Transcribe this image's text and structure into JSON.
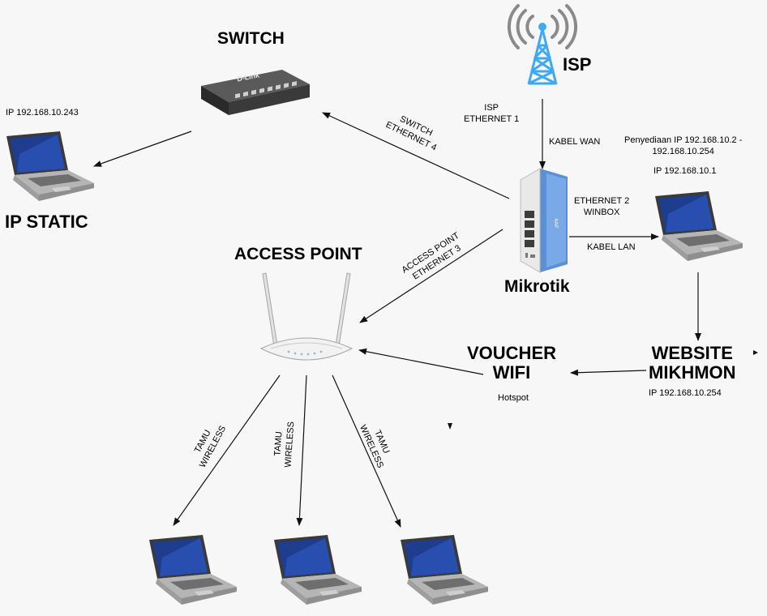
{
  "nodes": {
    "switch": {
      "title": "SWITCH",
      "brand": "D-Link"
    },
    "isp": {
      "title": "ISP"
    },
    "mikrotik": {
      "title": "Mikrotik"
    },
    "access_point": {
      "title": "ACCESS POINT"
    },
    "ip_static": {
      "title": "IP STATIC",
      "ip": "IP 192.168.10.243"
    },
    "admin_laptop": {
      "ip": "IP 192.168.10.1",
      "dhcp_range_line1": "Penyediaan IP 192.168.10.2 -",
      "dhcp_range_line2": "192.168.10.254"
    },
    "website": {
      "title_line1": "WEBSITE",
      "title_line2": "MIKHMON",
      "ip": "IP 192.168.10.254"
    },
    "voucher": {
      "title_line1": "VOUCHER",
      "title_line2": "WIFI",
      "subtitle": "Hotspot"
    }
  },
  "links": {
    "isp_ethernet": {
      "line1": "ISP",
      "line2": "ETHERNET 1"
    },
    "kabel_wan": "KABEL WAN",
    "switch_ethernet": {
      "line1": "SWITCH",
      "line2": "ETHERNET 4"
    },
    "ap_ethernet": {
      "line1": "ACCESS POINT",
      "line2": "ETHERNET 3"
    },
    "winbox": {
      "line1": "ETHERNET 2",
      "line2": "WINBOX"
    },
    "kabel_lan": "KABEL LAN",
    "guest1": {
      "line1": "TAMU",
      "line2": "WIRELESS"
    },
    "guest2": {
      "line1": "TAMU",
      "line2": "WIRELESS"
    },
    "guest3": {
      "line1": "TAMU",
      "line2": "WIRELESS"
    }
  },
  "colors": {
    "line": "#111111",
    "background": "#f7f7f7",
    "tower_blue": "#3fa9f5",
    "router_blue": "#5b8fd6"
  }
}
